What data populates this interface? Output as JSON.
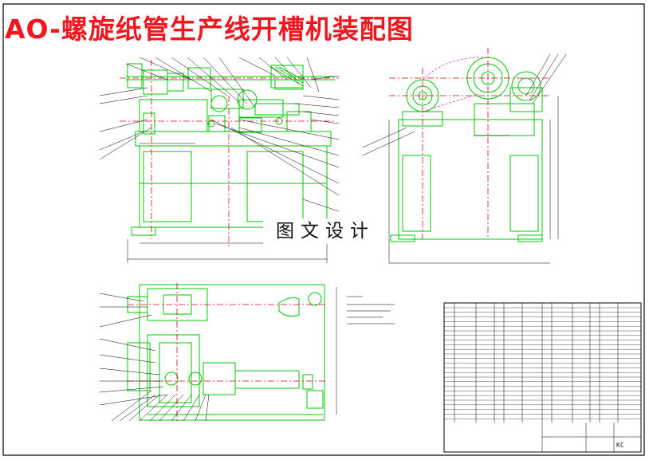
{
  "drawing": {
    "title": "AO-螺旋纸管生产线开槽机装配图",
    "watermark": "图文设计",
    "badge": "KC"
  },
  "colors": {
    "part_lines": "#00c800",
    "centerline": "#e0001a",
    "leader_lines": "#000000",
    "belt_path": "#d040d0",
    "title_text": "#f2161e"
  },
  "views": [
    {
      "name": "front-view"
    },
    {
      "name": "side-view"
    },
    {
      "name": "top-view"
    },
    {
      "name": "parts-list-table"
    }
  ]
}
